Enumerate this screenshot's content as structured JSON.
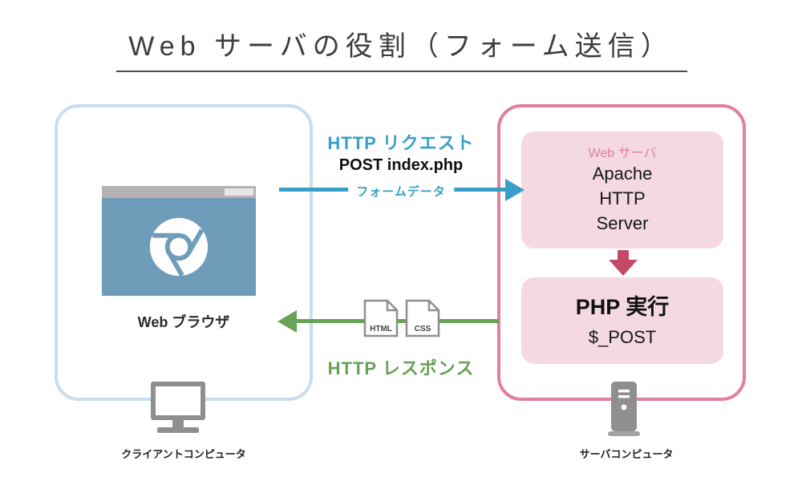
{
  "title": "Web サーバの役割（フォーム送信）",
  "client": {
    "browser_label": "Web ブラウザ",
    "computer_label": "クライアントコンピュータ"
  },
  "server": {
    "panel_label": "Web サーバ",
    "apache_lines": [
      "Apache",
      "HTTP",
      "Server"
    ],
    "php_title": "PHP 実行",
    "php_variable": "$_POST",
    "computer_label": "サーバコンピュータ"
  },
  "request_arrow": {
    "title": "HTTP リクエスト",
    "subtitle": "POST index.php",
    "payload_label": "フォームデータ"
  },
  "response_arrow": {
    "title": "HTTP レスポンス",
    "file_icons": [
      "HTML",
      "CSS"
    ]
  },
  "colors": {
    "request_accent": "#3a9fc8",
    "response_accent": "#67a257",
    "client_border": "#c9ddee",
    "server_border": "#e0809b",
    "server_panel_fill": "#f4d9e1",
    "server_panel_label": "#dd7f99",
    "browser_fill": "#6f9db9",
    "flow_arrow": "#c54866",
    "hardware_gray": "#8f8f8f"
  }
}
